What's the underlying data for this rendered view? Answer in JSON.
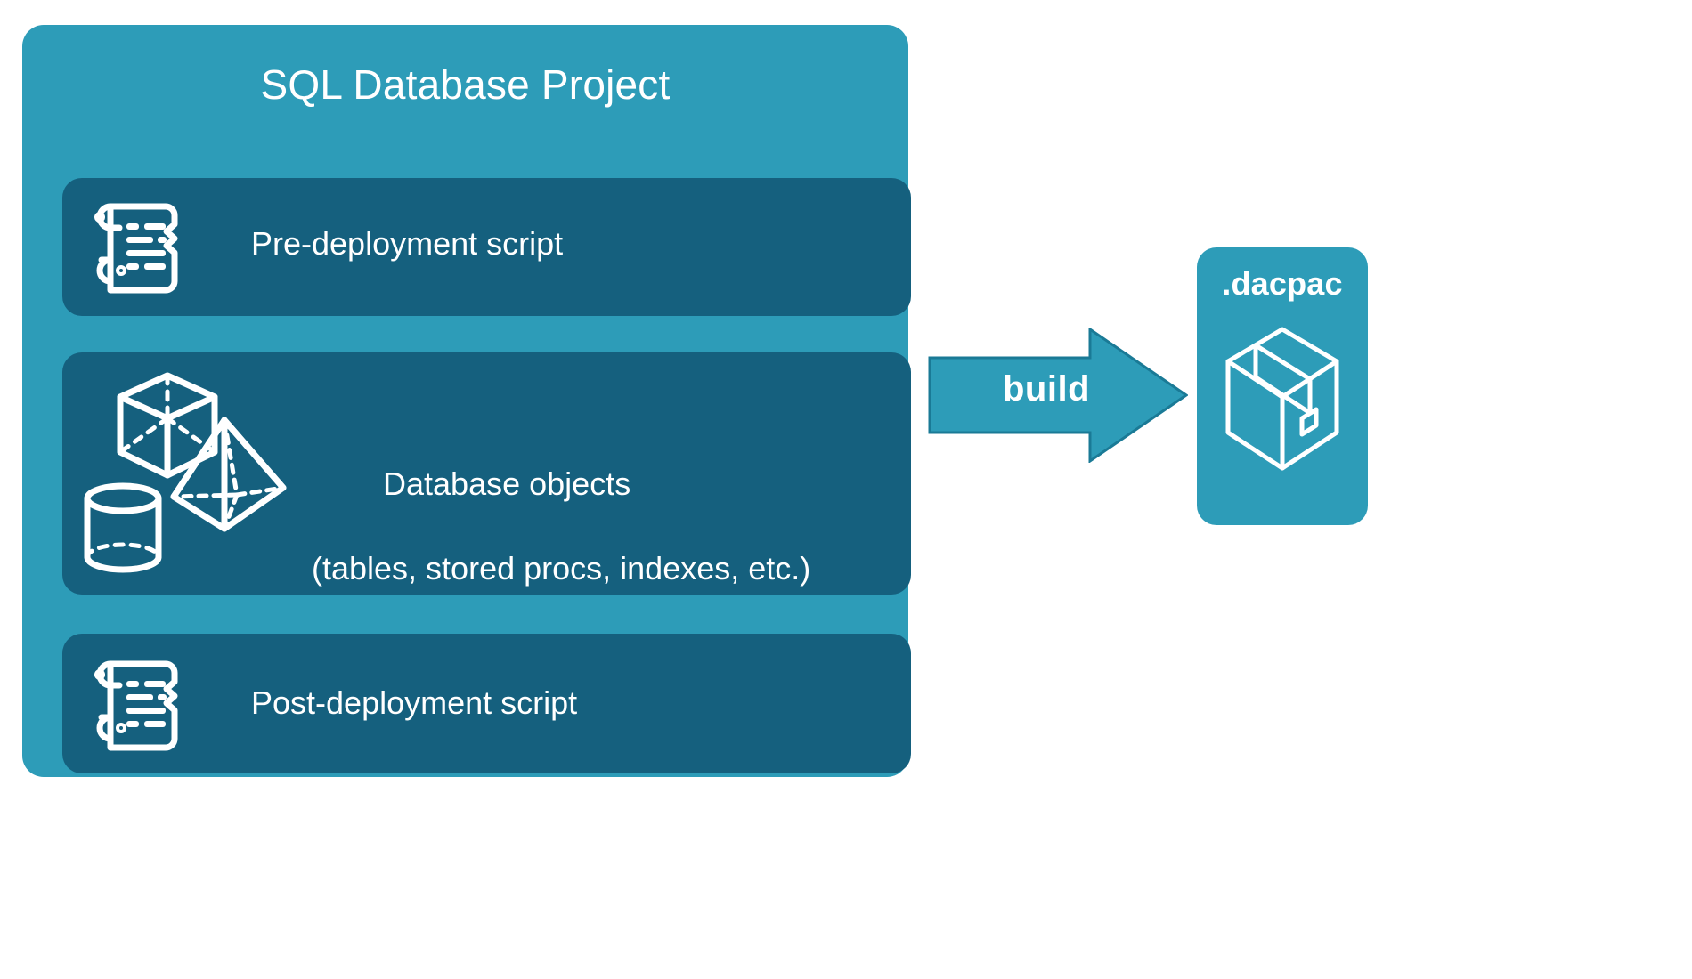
{
  "diagram": {
    "title": "SQL Database Project",
    "background_color": "#ffffff",
    "container_color": "#2d9cb8",
    "card_color": "#15607e",
    "text_color": "#ffffff"
  },
  "project": {
    "title": "SQL Database Project",
    "cards": [
      {
        "id": "pre-deployment",
        "label": "Pre-deployment script",
        "icon": "scroll-icon"
      },
      {
        "id": "database-objects",
        "label_line1": "Database objects",
        "label_line2": "(tables, stored procs, indexes, etc.)",
        "icon": "shapes-icon"
      },
      {
        "id": "post-deployment",
        "label": "Post-deployment script",
        "icon": "scroll-icon"
      }
    ]
  },
  "flow": {
    "arrow_label": "build",
    "arrow_color": "#2d9cb8",
    "arrow_stroke": "#1a7a96"
  },
  "output": {
    "label": ".dacpac",
    "icon": "package-box-icon",
    "color": "#2d9cb8"
  }
}
